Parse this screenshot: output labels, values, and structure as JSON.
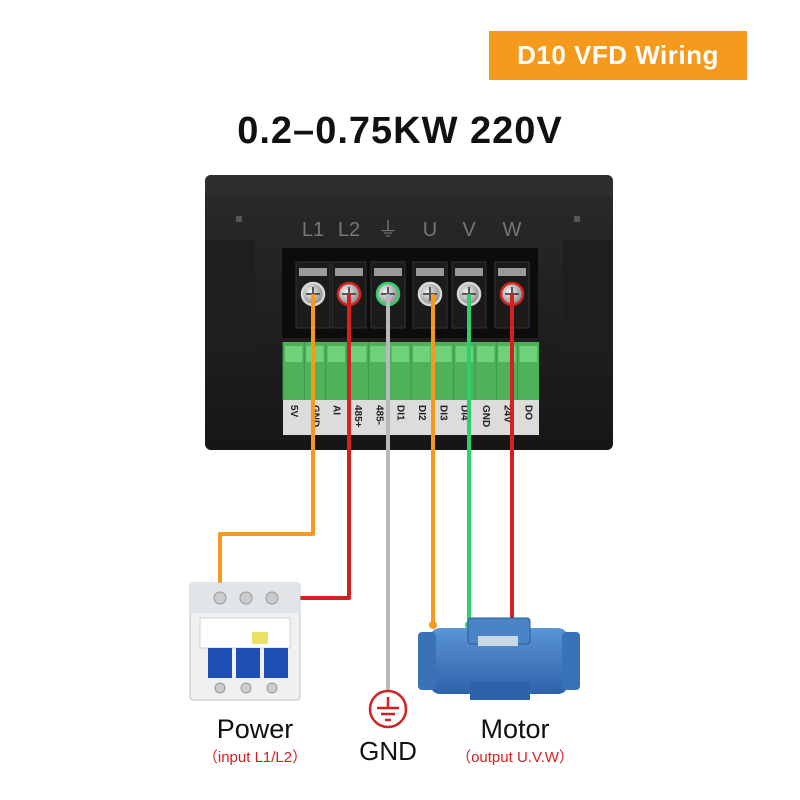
{
  "header": {
    "badge": "D10 VFD Wiring",
    "spec": "0.2–0.75KW 220V"
  },
  "vfd": {
    "power_terminals": [
      "L1",
      "L2",
      "⏚",
      "U",
      "V",
      "W"
    ],
    "control_terminals": [
      "5V",
      "GND",
      "AI",
      "485+",
      "485-",
      "DI1",
      "DI2",
      "DI3",
      "DI4",
      "GND",
      "24V",
      "DO"
    ]
  },
  "captions": {
    "power": "Power",
    "power_sub": "（input L1/L2）",
    "gnd": "GND",
    "motor": "Motor",
    "motor_sub": "（output U.V.W）"
  },
  "colors": {
    "orange": "#f59a1c",
    "red": "#d42020",
    "green": "#2fd06a",
    "dark_red": "#b01818"
  }
}
